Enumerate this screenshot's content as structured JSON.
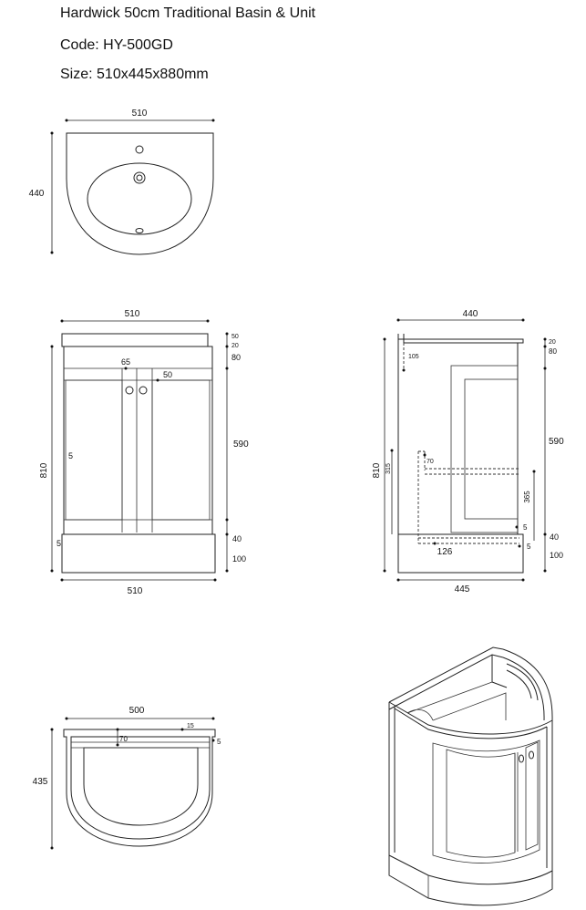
{
  "header": {
    "title": "Hardwick 50cm Traditional Basin & Unit",
    "code": "Code: HY-500GD",
    "size": "Size: 510x445x880mm"
  },
  "basin_top_view": {
    "width": "510",
    "depth": "440"
  },
  "front_view": {
    "top_width": "510",
    "bottom_width": "510",
    "height": "810",
    "stile_width": "65",
    "rail": "50",
    "edge": "5",
    "plinth_gap": "5",
    "right": {
      "top_1": "50",
      "top_2": "20",
      "top_3": "80",
      "door": "590",
      "kick": "40",
      "plinth": "100"
    }
  },
  "side_view": {
    "top_width": "440",
    "bottom_width": "445",
    "height": "810",
    "basin_lip": "105",
    "pipe_height": "315",
    "pipe_depth": "70",
    "shelf_height": "365",
    "shelf_offset_1": "5",
    "shelf_offset_2": "5",
    "floor_depth": "126",
    "right": {
      "top_1": "20",
      "top_2": "80",
      "door": "590",
      "kick": "40",
      "plinth": "100"
    }
  },
  "plan_view": {
    "width": "500",
    "depth": "435",
    "back_rail": "70",
    "panel": "15",
    "gap": "5"
  },
  "iso_view": {}
}
